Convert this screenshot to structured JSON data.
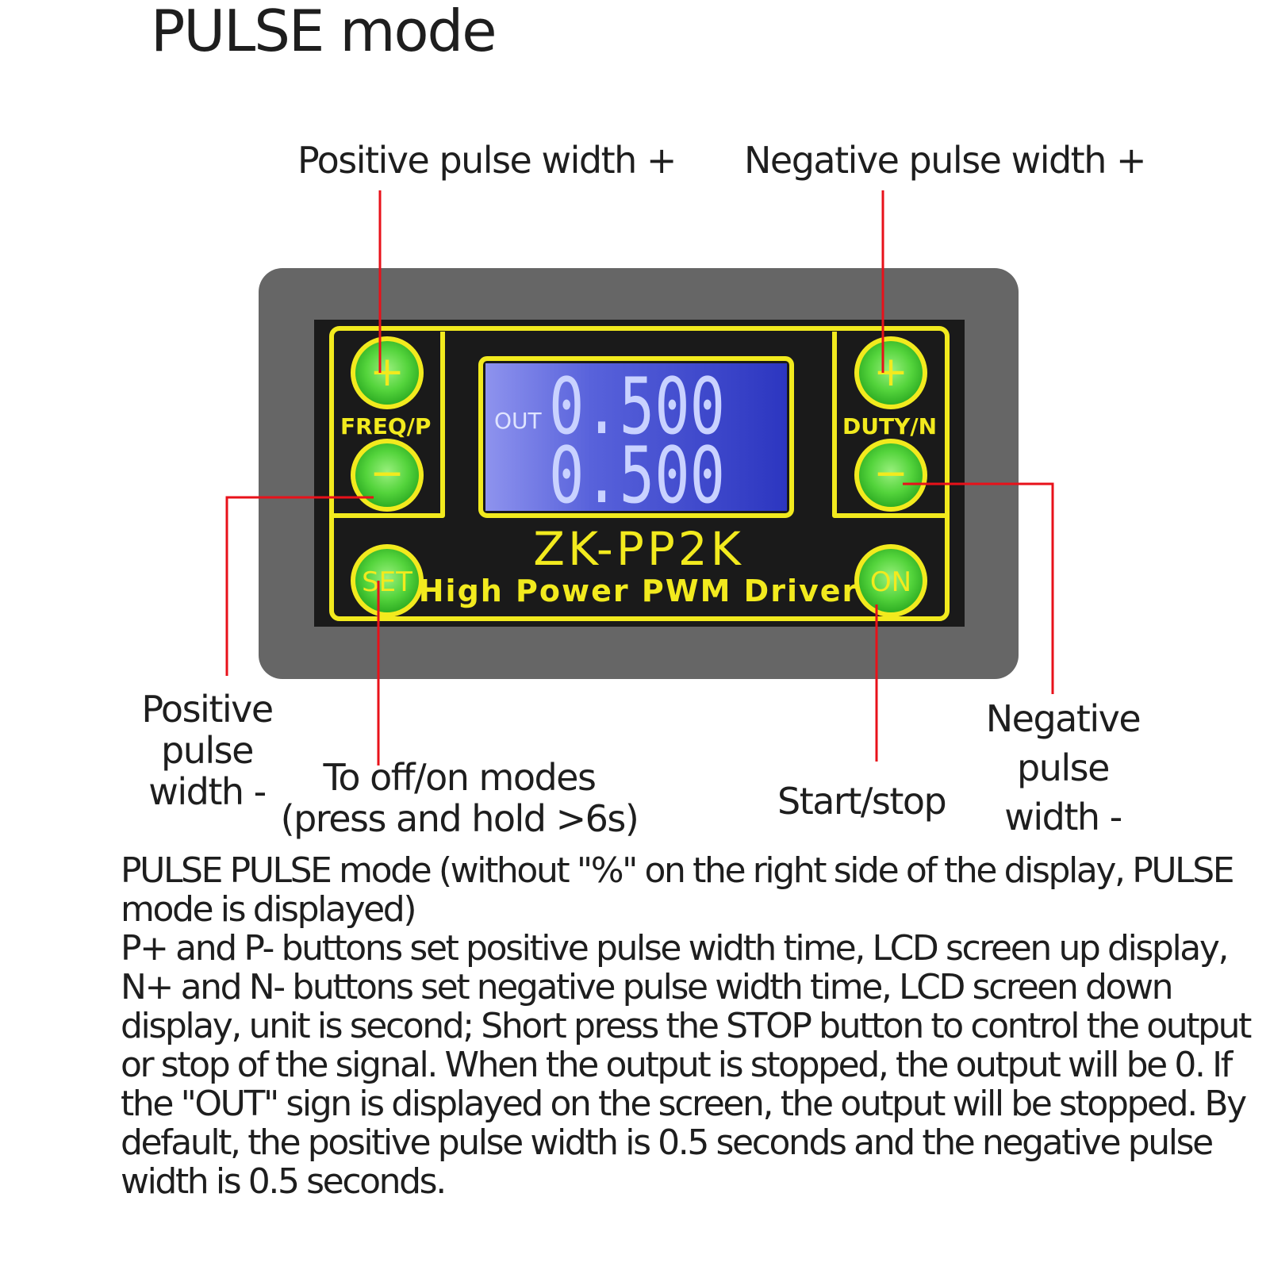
{
  "title": "PULSE mode",
  "device": {
    "model": "ZK-PP2K",
    "subtitle": "High Power PWM Driver",
    "lcd": {
      "status": "OUT",
      "line1": "0.500",
      "line2": "0.500"
    },
    "left_group_label": "FREQ/P",
    "right_group_label": "DUTY/N",
    "buttons": {
      "left_plus": "+",
      "left_minus": "−",
      "right_plus": "+",
      "right_minus": "−",
      "set": "SET",
      "on": "ON"
    }
  },
  "callouts": {
    "positive_plus": "Positive pulse width +",
    "negative_plus": "Negative pulse width +",
    "positive_minus": [
      "Positive",
      "pulse",
      "width -"
    ],
    "set_modes": [
      "To off/on  modes",
      "(press and hold >6s)"
    ],
    "start_stop": "Start/stop",
    "negative_minus": [
      "Negative",
      "pulse",
      "width -"
    ]
  },
  "description": [
    "PULSE PULSE mode (without \"%\" on the right side of the display, PULSE mode is displayed)",
    "P+ and P- buttons set positive pulse width time, LCD screen up display, N+ and N- buttons set negative pulse width time, LCD screen down display, unit is second; Short press the STOP button to control the output or stop of the signal. When the output is stopped, the output will be 0. If the \"OUT\" sign is displayed on the screen, the output will be stopped. By default, the positive pulse width is 0.5 seconds and the negative pulse width is 0.5 seconds."
  ],
  "colors": {
    "case": "#666666",
    "panel": "#1a1a1a",
    "outline_yellow": "#f2ea1e",
    "button_green": "#4ed13a",
    "lcd_blue": "#3b46c8",
    "lcd_digits": "#c9d2ff",
    "callout_line": "#e8111a"
  }
}
